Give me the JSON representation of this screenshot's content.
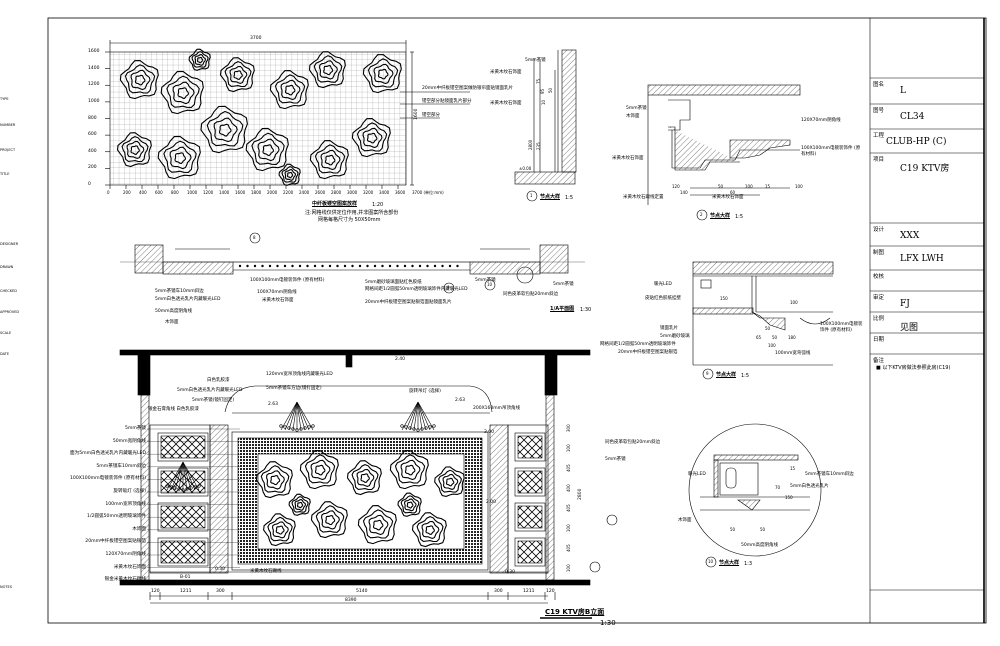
{
  "title_block": {
    "rows": [
      {
        "label": "图名",
        "value": "L",
        "en": "TYPE"
      },
      {
        "label": "图号",
        "value": "CL34",
        "en": "NUMBER"
      },
      {
        "label": "工程",
        "value": "CLUB-HP (C)",
        "en": "PROJECT"
      },
      {
        "label": "项目",
        "value": "C19 KTV房",
        "en": "TITLE"
      },
      {
        "label": "设计",
        "value": "XXX",
        "en": "DESIGNER"
      },
      {
        "label": "制图",
        "value": "LFX LWH",
        "en": "DRAWN"
      },
      {
        "label": "校核",
        "value": "",
        "en": "CHECKED"
      },
      {
        "label": "审定",
        "value": "FJ",
        "en": "APPROVED"
      },
      {
        "label": "比例",
        "value": "见图",
        "en": "SCALE"
      },
      {
        "label": "日期",
        "value": "",
        "en": "DATE"
      }
    ],
    "remarks_label": "备注",
    "remarks": "■ 以下KTV房做法参照此房(C19)",
    "notes_en": "NOTES"
  },
  "pattern_panel": {
    "width_dim": "3700",
    "height_dim": "1600",
    "y_ticks": [
      "0",
      "200",
      "400",
      "600",
      "800",
      "1000",
      "1200",
      "1400",
      "1600",
      "1800"
    ],
    "x_ticks": [
      "0",
      "200",
      "400",
      "600",
      "800",
      "1000",
      "1200",
      "1400",
      "1600",
      "1800",
      "2000",
      "2200",
      "2400",
      "2600",
      "2800",
      "3000",
      "3200",
      "3400",
      "3600"
    ],
    "x_end": "3700 (单位:mm)",
    "callouts": [
      "20mm中纤板镂空图案做防银帘面贴镜面乳片",
      "镂空部分贴镜面乳片部分",
      "镂空部分"
    ],
    "caption": "中纤板镂空图案放样",
    "scale": "1:20",
    "notes": [
      "注:网格线仅供定位作用,并非图案所含部份",
      "网格每格尺寸为 50X50mm"
    ]
  },
  "detail_1": {
    "labels": [
      "5mm茶镜",
      "米黄木纹石饰面",
      "米黄木纹石饰面"
    ],
    "dims": [
      "75",
      "95",
      "50",
      "10",
      "2800",
      "235",
      "±0.00"
    ],
    "caption": "节点大样",
    "scale": "1:5",
    "ref": "1"
  },
  "detail_2": {
    "labels": [
      "5mm茶镜",
      "木饰面",
      "米黄木纹石饰面",
      "米黄木纹石踢线定置",
      "米黄木纹石饰面",
      "120X70mm阴角线",
      "100X100mm电镀装饰件 (原有材料)"
    ],
    "dims": [
      "120",
      "140",
      "50",
      "60",
      "100",
      "15",
      "100"
    ],
    "caption": "节点大样",
    "scale": "1:5",
    "ref": "2"
  },
  "plan_strip": {
    "labels": [
      "100X100mm电镀装饰件 (原有材料)",
      "100X70mm阴角线",
      "米黄木纹石饰面",
      "5mm茶镜车10mm斜边",
      "5mm白色透光乳片内藏暖光LED",
      "50mm高度阴角线",
      "木饰面",
      "5mm磨砂玻璃面贴红色胶纸",
      "网格间距1/2圆弧50mm透明玻璃饰件内藏暖光LED",
      "20mm中纤板镂空图案贴银箔面贴镜面乳片",
      "5mm茶镜",
      "5mm茶镜",
      "同色皮革软包贴20mm斜边"
    ],
    "refs": [
      "8",
      "9",
      "10"
    ],
    "caption": "1/A平面图",
    "scale": "1:30"
  },
  "detail_3": {
    "labels": [
      "暖光LED",
      "皮贴红色胶纸挂壁",
      "镜面乳片",
      "5mm磨砂玻璃",
      "网格间距1/2圆弧50mm透明玻璃饰件",
      "20mm中纤板镂空图案贴银箔",
      "100X100mm电镀装饰件 (原有材料)",
      "100mm宽弯弧线"
    ],
    "dims": [
      "150",
      "100",
      "50",
      "65",
      "50",
      "180",
      "100"
    ],
    "caption": "节点大样",
    "scale": "1:5",
    "ref": "9"
  },
  "detail_4": {
    "labels": [
      "暖光LED",
      "木饰面",
      "5mm茶镜车10mm斜边",
      "5mm白色透光乳片",
      "50mm高度阴角线"
    ],
    "dims": [
      "15",
      "70",
      "150",
      "50",
      "50"
    ],
    "caption": "节点大样",
    "scale": "1:3",
    "ref": "10"
  },
  "elevation": {
    "left_labels": [
      "5mm茶镜",
      "50mm宽阴角线",
      "面为5mm白色透光乳片内藏暖光LED",
      "5mm茶镜车10mm斜边",
      "100X100mm电镀装饰件 (原有材料)",
      "旋转吸灯 (选择)",
      "100mm宽吊顶角线",
      "1/2圆弧50mm透明玻璃饰件",
      "木饰面",
      "20mm中纤板镂空图案贴银箔",
      "120X70mm阴角线",
      "米黄木纹石饰面",
      "银金米黄木纹石踢线"
    ],
    "top_labels": [
      "白色乳胶漆",
      "5mm白色透光乳片内藏暖光LED",
      "5mm茶镜(镜钉固定)",
      "银金石膏角线 白色乳胶漆",
      "120mm宽吊顶角线内藏暖光LED",
      "5mm茶镜车方边(镜钉固定)",
      "旋转吊灯 (选择)",
      "200X160mm吊顶角线"
    ],
    "right_labels": [
      "同色皮革软包贴20mm斜边",
      "5mm茶镜"
    ],
    "bottom_labels": [
      "米黄木纹石踢线",
      "B-01"
    ],
    "levels": [
      "2.40",
      "2.63",
      "3.00",
      "2.63",
      "2.00",
      "0.30",
      "0.30"
    ],
    "dims": [
      "120",
      "1211",
      "300",
      "5140",
      "300",
      "1211",
      "120"
    ],
    "total_dim": "8390",
    "right_dims": [
      "100",
      "405",
      "100",
      "405",
      "400",
      "405",
      "100",
      "300",
      "2800"
    ],
    "caption": "C19 KTV房B立面",
    "scale": "1:30"
  }
}
